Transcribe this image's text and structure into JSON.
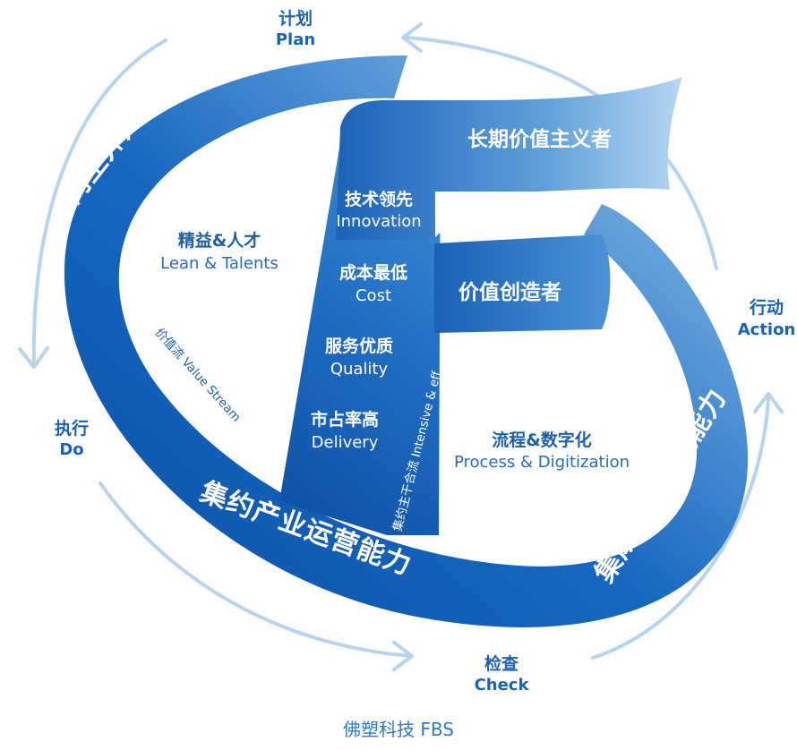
{
  "cycle": {
    "plan": {
      "zh": "计划",
      "en": "Plan"
    },
    "action": {
      "zh": "行动",
      "en": "Action"
    },
    "do": {
      "zh": "执行",
      "en": "Do"
    },
    "check": {
      "zh": "检查",
      "en": "Check"
    }
  },
  "ring_labels": {
    "top_left": "内生外延融合发展",
    "bottom": "集约产业运营能力",
    "right": "集成产品开发能力"
  },
  "flag_labels": {
    "top": "长期价值主义者",
    "middle": "价值创造者"
  },
  "stem_items": [
    {
      "zh": "技术领先",
      "en": "Innovation"
    },
    {
      "zh": "成本最低",
      "en": "Cost"
    },
    {
      "zh": "服务优质",
      "en": "Quality"
    },
    {
      "zh": "市占率高",
      "en": "Delivery"
    }
  ],
  "left_area": {
    "zh": "精益&人才",
    "en": "Lean & Talents"
  },
  "right_area": {
    "zh": "流程&数字化",
    "en": "Process & Digitization"
  },
  "value_stream": "价值流 Value Stream",
  "intensive": "集约主干合流 Intensive & eff.",
  "footer": "佛塑科技 FBS",
  "colors": {
    "dark_blue": "#1558b0",
    "light_blue": "#a9cdee",
    "text_blue": "#1f62ad"
  }
}
